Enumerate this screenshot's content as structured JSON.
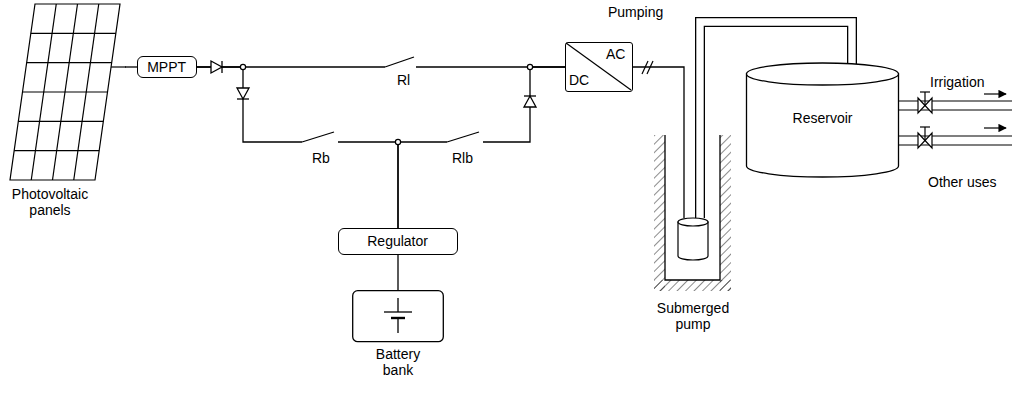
{
  "diagram": {
    "nodes": [
      {
        "text": [
          "Photovoltaic panels"
        ]
      },
      {
        "text": [
          "MPPT"
        ]
      },
      {
        "text": [
          "DC",
          "AC"
        ]
      },
      {
        "text": [
          "Submerged pump"
        ]
      },
      {
        "text": [
          "Reservoir"
        ]
      },
      {
        "text": [
          "Regulator"
        ]
      },
      {
        "text": [
          "Battery bank"
        ]
      }
    ],
    "edges": [
      {
        "from": 0,
        "to": 1,
        "arrow": "none"
      },
      {
        "from": 1,
        "to": 2,
        "arrow": "none"
      },
      {
        "from": 1,
        "to": 5,
        "arrow": "none"
      },
      {
        "from": 5,
        "to": 2,
        "arrow": "none"
      },
      {
        "from": 5,
        "to": 6,
        "arrow": "none"
      },
      {
        "from": 2,
        "to": 3,
        "arrow": "none"
      },
      {
        "from": 3,
        "to": 4,
        "label": "Pumping",
        "arrow": "none"
      }
    ],
    "labels": [
      "Rl",
      "Rb",
      "Rlb",
      "Irrigation",
      "Other uses"
    ]
  }
}
